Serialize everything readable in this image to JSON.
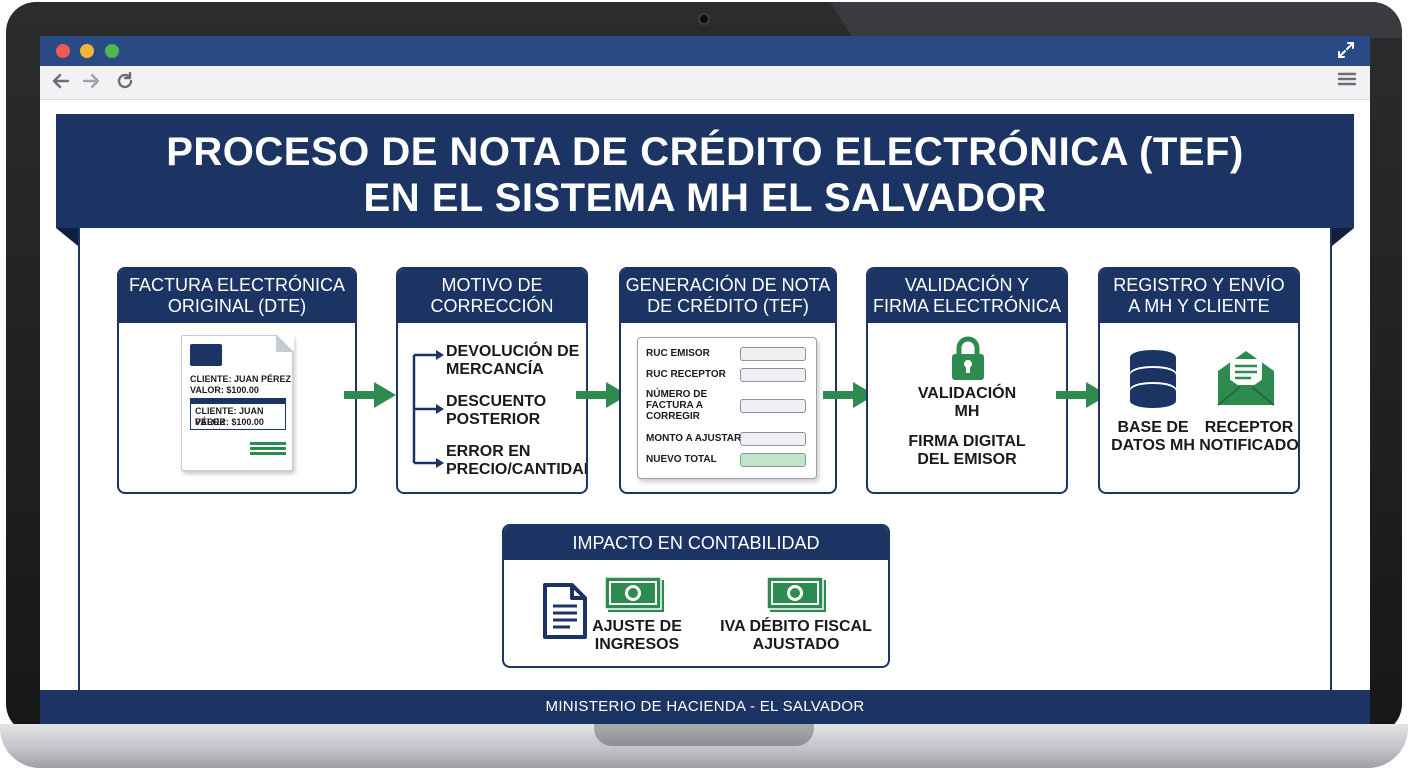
{
  "title": {
    "line1": "PROCESO DE NOTA DE CRÉDITO ELECTRÓNICA (TEF)",
    "line2": "EN EL SISTEMA MH EL SALVADOR"
  },
  "steps": [
    {
      "title_line1": "FACTURA ELECTRÓNICA",
      "title_line2": "ORIGINAL (DTE)",
      "doc": {
        "line1": "CLIENTE: JUAN PÉREZ",
        "line2": "VALOR: $100.00",
        "box_line1": "CLIENTE: JUAN PÉREZ",
        "box_line2": "VALOR: $100.00"
      }
    },
    {
      "title_line1": "MOTIVO DE",
      "title_line2": "CORRECCIÓN",
      "reasons": [
        {
          "line1": "DEVOLUCIÓN DE",
          "line2": "MERCANCÍA"
        },
        {
          "line1": "DESCUENTO",
          "line2": "POSTERIOR"
        },
        {
          "line1": "ERROR EN",
          "line2": "PRECIO/CANTIDAD"
        }
      ]
    },
    {
      "title_line1": "GENERACIÓN DE NOTA",
      "title_line2": "DE CRÉDITO (TEF)",
      "fields": [
        {
          "label_lines": [
            "RUC EMISOR"
          ]
        },
        {
          "label_lines": [
            "RUC RECEPTOR"
          ]
        },
        {
          "label_lines": [
            "NÚMERO DE",
            "FACTURA A",
            "CORREGIR"
          ]
        },
        {
          "label_lines": [
            "MONTO A AJUSTAR"
          ]
        },
        {
          "label_lines": [
            "NUEVO TOTAL"
          ]
        }
      ]
    },
    {
      "title_line1": "VALIDACIÓN Y",
      "title_line2": "FIRMA ELECTRÓNICA",
      "icon": "lock-icon",
      "items": [
        {
          "line1": "VALIDACIÓN",
          "line2": "MH"
        },
        {
          "line1": "FIRMA DIGITAL",
          "line2": "DEL EMISOR"
        }
      ]
    },
    {
      "title_line1": "REGISTRO Y ENVÍO",
      "title_line2": "A MH Y CLIENTE",
      "items": [
        {
          "icon": "database-icon",
          "line1": "BASE DE",
          "line2": "DATOS MH"
        },
        {
          "icon": "envelope-icon",
          "line1": "RECEPTOR",
          "line2": "NOTIFICADO"
        }
      ]
    }
  ],
  "impact": {
    "title": "IMPACTO EN CONTABILIDAD",
    "items": [
      {
        "icon": "document-icon",
        "line1": "AJUSTE DE",
        "line2": "INGRESOS"
      },
      {
        "icon": "money-icon",
        "line1": "IVA DÉBITO FISCAL",
        "line2": "AJUSTADO"
      }
    ]
  },
  "footer": "MINISTERIO DE HACIENDA - EL SALVADOR",
  "browser": {
    "icons": [
      "arrow-left-icon",
      "arrow-right-icon",
      "reload-icon",
      "hamburger-menu-icon",
      "expand-icon"
    ]
  },
  "colors": {
    "navy": "#1c3463",
    "green": "#2e8b4f",
    "titlebar": "#2a4a86"
  }
}
